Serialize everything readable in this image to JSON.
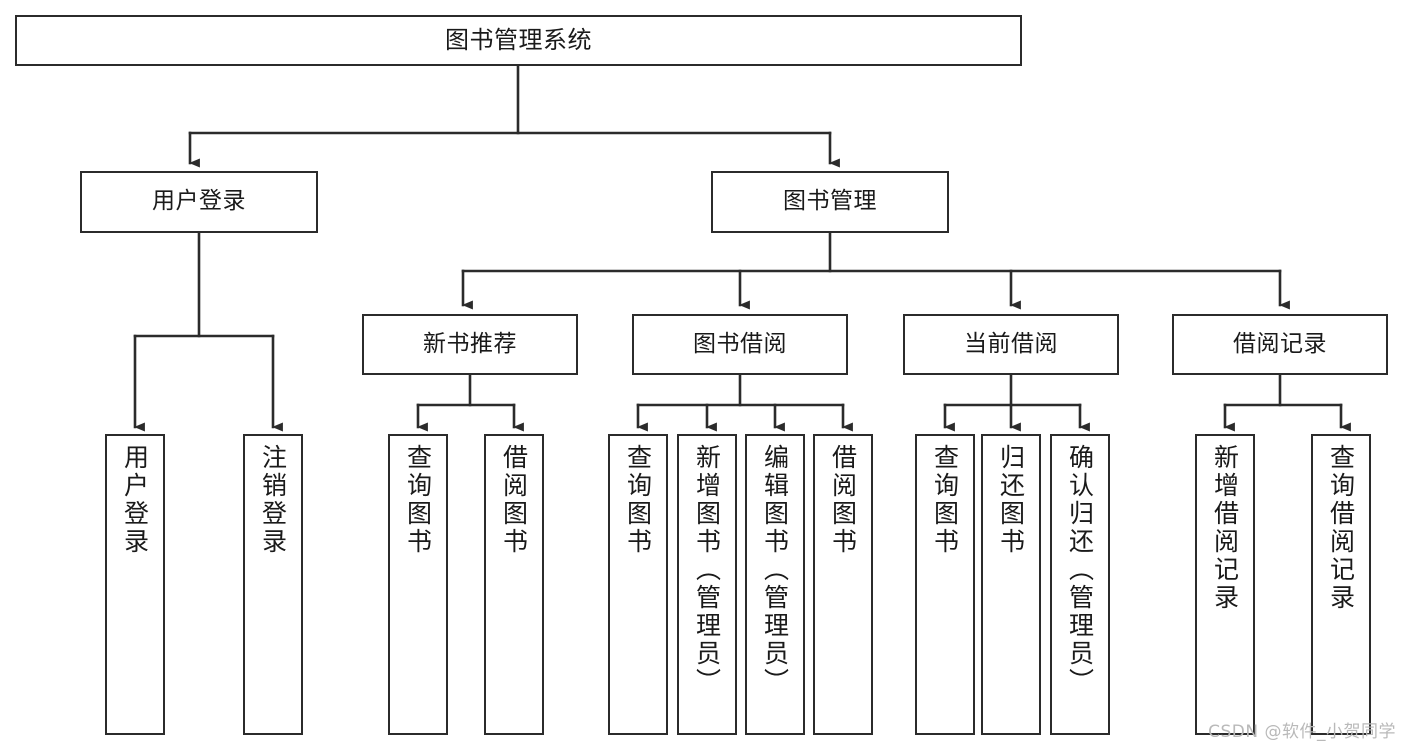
{
  "diagram": {
    "title": "图书管理系统",
    "type": "tree-hierarchy-diagram",
    "watermark": "CSDN @软件_小贺同学",
    "colors": {
      "background": "#ffffff",
      "node_border": "#2b2b2b",
      "node_fill": "#ffffff",
      "edge": "#2b2b2b",
      "text": "#1a1a1a",
      "watermark": "#b9b9b9"
    },
    "nodes": {
      "root": {
        "label": "图书管理系统"
      },
      "level2": [
        {
          "label": "用户登录"
        },
        {
          "label": "图书管理"
        }
      ],
      "level3": [
        {
          "label": "新书推荐"
        },
        {
          "label": "图书借阅"
        },
        {
          "label": "当前借阅"
        },
        {
          "label": "借阅记录"
        }
      ],
      "leaves_user_login": [
        {
          "label": "用户登录"
        },
        {
          "label": "注销登录"
        }
      ],
      "leaves_new_book": [
        {
          "label": "查询图书"
        },
        {
          "label": "借阅图书"
        }
      ],
      "leaves_borrow": [
        {
          "label": "查询图书"
        },
        {
          "label": "新增图书（管理员）"
        },
        {
          "label": "编辑图书（管理员）"
        },
        {
          "label": "借阅图书"
        }
      ],
      "leaves_current": [
        {
          "label": "查询图书"
        },
        {
          "label": "归还图书"
        },
        {
          "label": "确认归还（管理员）"
        }
      ],
      "leaves_records": [
        {
          "label": "新增借阅记录"
        },
        {
          "label": "查询借阅记录"
        }
      ]
    }
  }
}
